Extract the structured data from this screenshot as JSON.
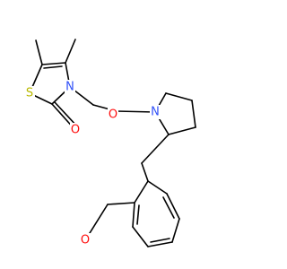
{
  "molecule": {
    "atoms": {
      "sulfur": {
        "symbol": "S",
        "color": "#b8b800"
      },
      "ring_nitrogen": {
        "symbol": "N",
        "color": "#3050f8"
      },
      "carbonyl_oxygen_ring": {
        "symbol": "O",
        "color": "#ff0d0d"
      },
      "amide_oxygen": {
        "symbol": "O",
        "color": "#ff0d0d"
      },
      "pyrrolidine_nitrogen": {
        "symbol": "N",
        "color": "#3050f8"
      },
      "methoxy_oxygen": {
        "symbol": "O",
        "color": "#ff0d0d"
      }
    }
  }
}
